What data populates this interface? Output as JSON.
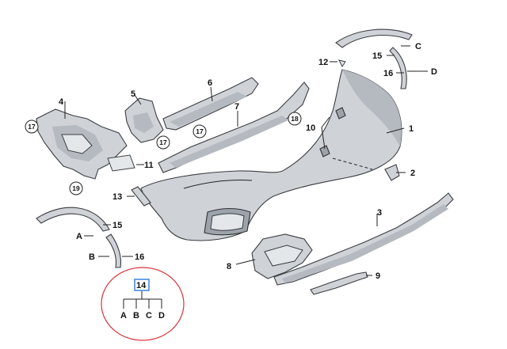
{
  "callouts": {
    "c1": "1",
    "c2": "2",
    "c3": "3",
    "c4": "4",
    "c5": "5",
    "c6": "6",
    "c7": "7",
    "c8": "8",
    "c9": "9",
    "c10": "10",
    "c11": "11",
    "c12": "12",
    "c13": "13",
    "c15a": "15",
    "c15b": "15",
    "c16a": "16",
    "c16b": "16",
    "A1": "A",
    "B1": "B",
    "C1": "C",
    "D1": "D"
  },
  "circled": {
    "r17a": "17",
    "r17b": "17",
    "r17c": "17",
    "r18": "18",
    "r19": "19"
  },
  "legend": {
    "number": "14",
    "items": [
      "A",
      "B",
      "C",
      "D"
    ]
  },
  "colors": {
    "part_fill": "#cfd3d8",
    "outline": "#3a3d42",
    "highlight_oval": "#d9323a",
    "highlight_box": "#2d7bd8"
  }
}
